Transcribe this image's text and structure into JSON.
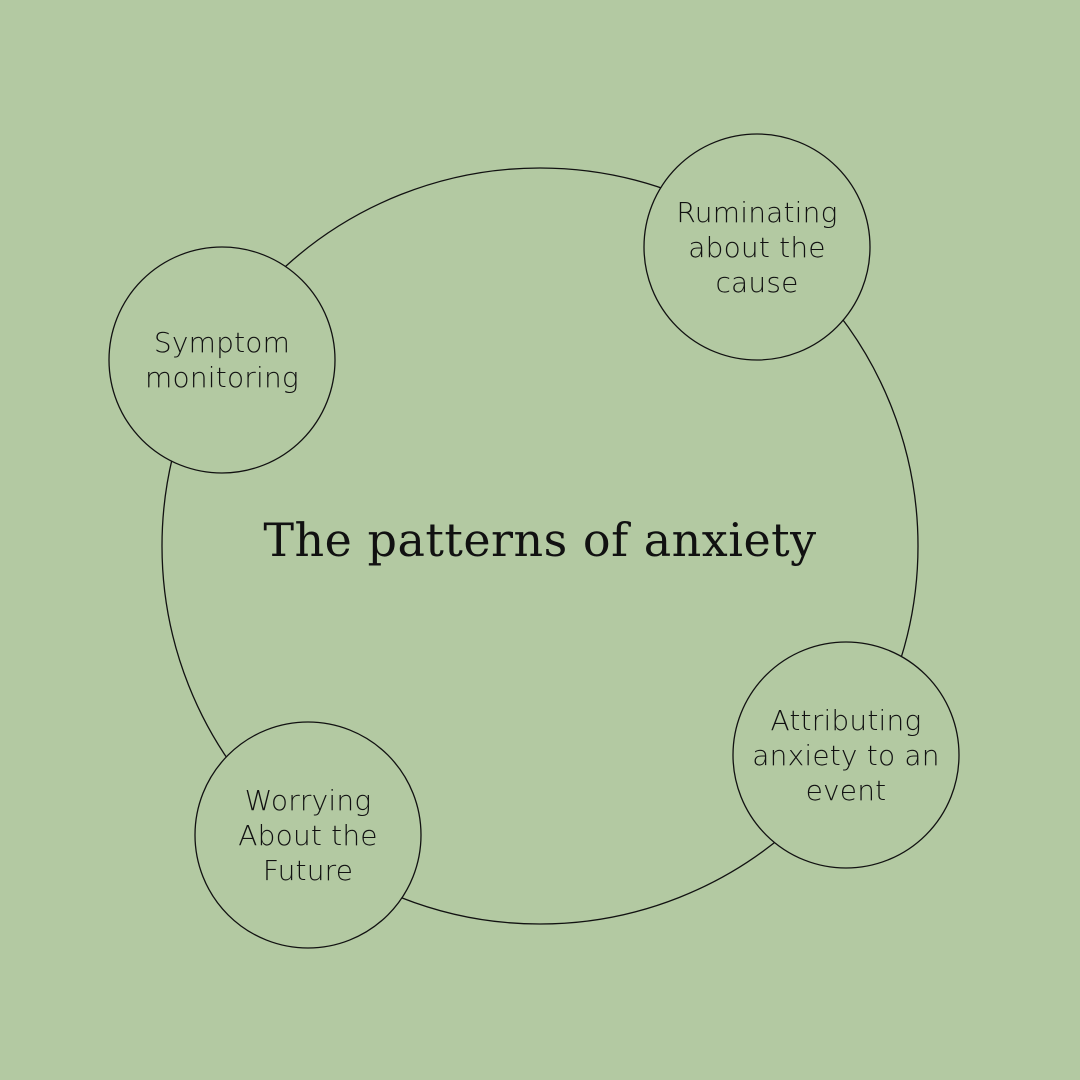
{
  "background_color": "#b3c9a2",
  "line_color": "#111111",
  "title": "The patterns of anxiety",
  "nodes": [
    {
      "id": "ruminating",
      "label": "Ruminating\nabout the\ncause"
    },
    {
      "id": "symptom",
      "label": "Symptom\nmonitoring"
    },
    {
      "id": "attributing",
      "label": "Attributing\nanxiety to an\nevent"
    },
    {
      "id": "worrying",
      "label": "Worrying\nAbout the\nFuture"
    }
  ]
}
